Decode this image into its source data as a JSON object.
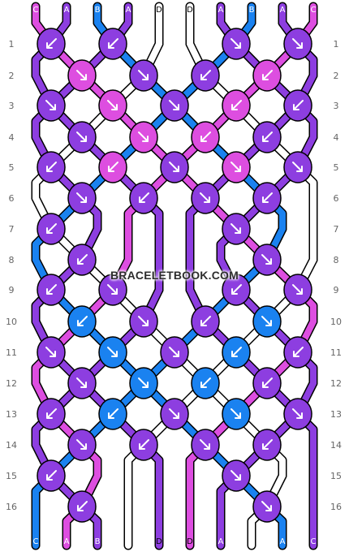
{
  "colors": {
    "C": "#dd4ee0",
    "A": "#8d3ee0",
    "B": "#1a82f0",
    "D": "#ffffff"
  },
  "strings_top": [
    "C",
    "A",
    "B",
    "A",
    "D",
    "D",
    "A",
    "B",
    "A",
    "C"
  ],
  "strings_bottom": [
    "C",
    "A",
    "B",
    "A",
    "D",
    "D",
    "A",
    "B",
    "A",
    "C"
  ],
  "row_labels": [
    "1",
    "2",
    "3",
    "4",
    "5",
    "6",
    "7",
    "8",
    "9",
    "10",
    "11",
    "12",
    "13",
    "14",
    "15",
    "16"
  ],
  "rows": [
    [
      {
        "c": "A",
        "d": "left"
      },
      {
        "c": "A",
        "d": "left"
      },
      {
        "c": "A",
        "d": "right"
      },
      {
        "c": "A",
        "d": "right"
      }
    ],
    [
      {
        "c": "C",
        "d": "right"
      },
      {
        "c": "A",
        "d": "right"
      },
      {
        "c": "A",
        "d": "left"
      },
      {
        "c": "C",
        "d": "left"
      }
    ],
    [
      {
        "c": "A",
        "d": "right"
      },
      {
        "c": "C",
        "d": "right"
      },
      {
        "c": "A",
        "d": "right"
      },
      {
        "c": "C",
        "d": "left"
      },
      {
        "c": "A",
        "d": "left"
      }
    ],
    [
      {
        "c": "A",
        "d": "right"
      },
      {
        "c": "C",
        "d": "right"
      },
      {
        "c": "C",
        "d": "left"
      },
      {
        "c": "A",
        "d": "left"
      }
    ],
    [
      {
        "c": "A",
        "d": "left"
      },
      {
        "c": "C",
        "d": "left"
      },
      {
        "c": "A",
        "d": "right"
      },
      {
        "c": "C",
        "d": "right"
      },
      {
        "c": "A",
        "d": "right"
      }
    ],
    [
      {
        "c": "A",
        "d": "right"
      },
      {
        "c": "A",
        "d": "left"
      },
      {
        "c": "A",
        "d": "right"
      },
      {
        "c": "A",
        "d": "left"
      }
    ],
    [
      {
        "c": "A",
        "d": "left"
      },
      {
        "c": "A",
        "d": "right"
      }
    ],
    [
      {
        "c": "A",
        "d": "left"
      },
      {
        "c": "A",
        "d": "right"
      }
    ],
    [
      {
        "c": "A",
        "d": "left"
      },
      {
        "c": "A",
        "d": "right"
      },
      {
        "c": "A",
        "d": "left"
      },
      {
        "c": "A",
        "d": "right"
      }
    ],
    [
      {
        "c": "B",
        "d": "left"
      },
      {
        "c": "A",
        "d": "right"
      },
      {
        "c": "A",
        "d": "left"
      },
      {
        "c": "B",
        "d": "right"
      }
    ],
    [
      {
        "c": "A",
        "d": "right"
      },
      {
        "c": "B",
        "d": "right"
      },
      {
        "c": "A",
        "d": "right"
      },
      {
        "c": "B",
        "d": "left"
      },
      {
        "c": "A",
        "d": "left"
      }
    ],
    [
      {
        "c": "A",
        "d": "right"
      },
      {
        "c": "B",
        "d": "right"
      },
      {
        "c": "B",
        "d": "left"
      },
      {
        "c": "A",
        "d": "left"
      }
    ],
    [
      {
        "c": "A",
        "d": "left"
      },
      {
        "c": "B",
        "d": "left"
      },
      {
        "c": "A",
        "d": "right"
      },
      {
        "c": "B",
        "d": "right"
      },
      {
        "c": "A",
        "d": "right"
      }
    ],
    [
      {
        "c": "A",
        "d": "right"
      },
      {
        "c": "A",
        "d": "left"
      },
      {
        "c": "A",
        "d": "right"
      },
      {
        "c": "A",
        "d": "left"
      }
    ],
    [
      {
        "c": "A",
        "d": "left"
      },
      {
        "c": "A",
        "d": "right"
      }
    ],
    [
      {
        "c": "A",
        "d": "left"
      },
      {
        "c": "A",
        "d": "right"
      }
    ]
  ],
  "watermark": "BRACELETBOOK.COM"
}
